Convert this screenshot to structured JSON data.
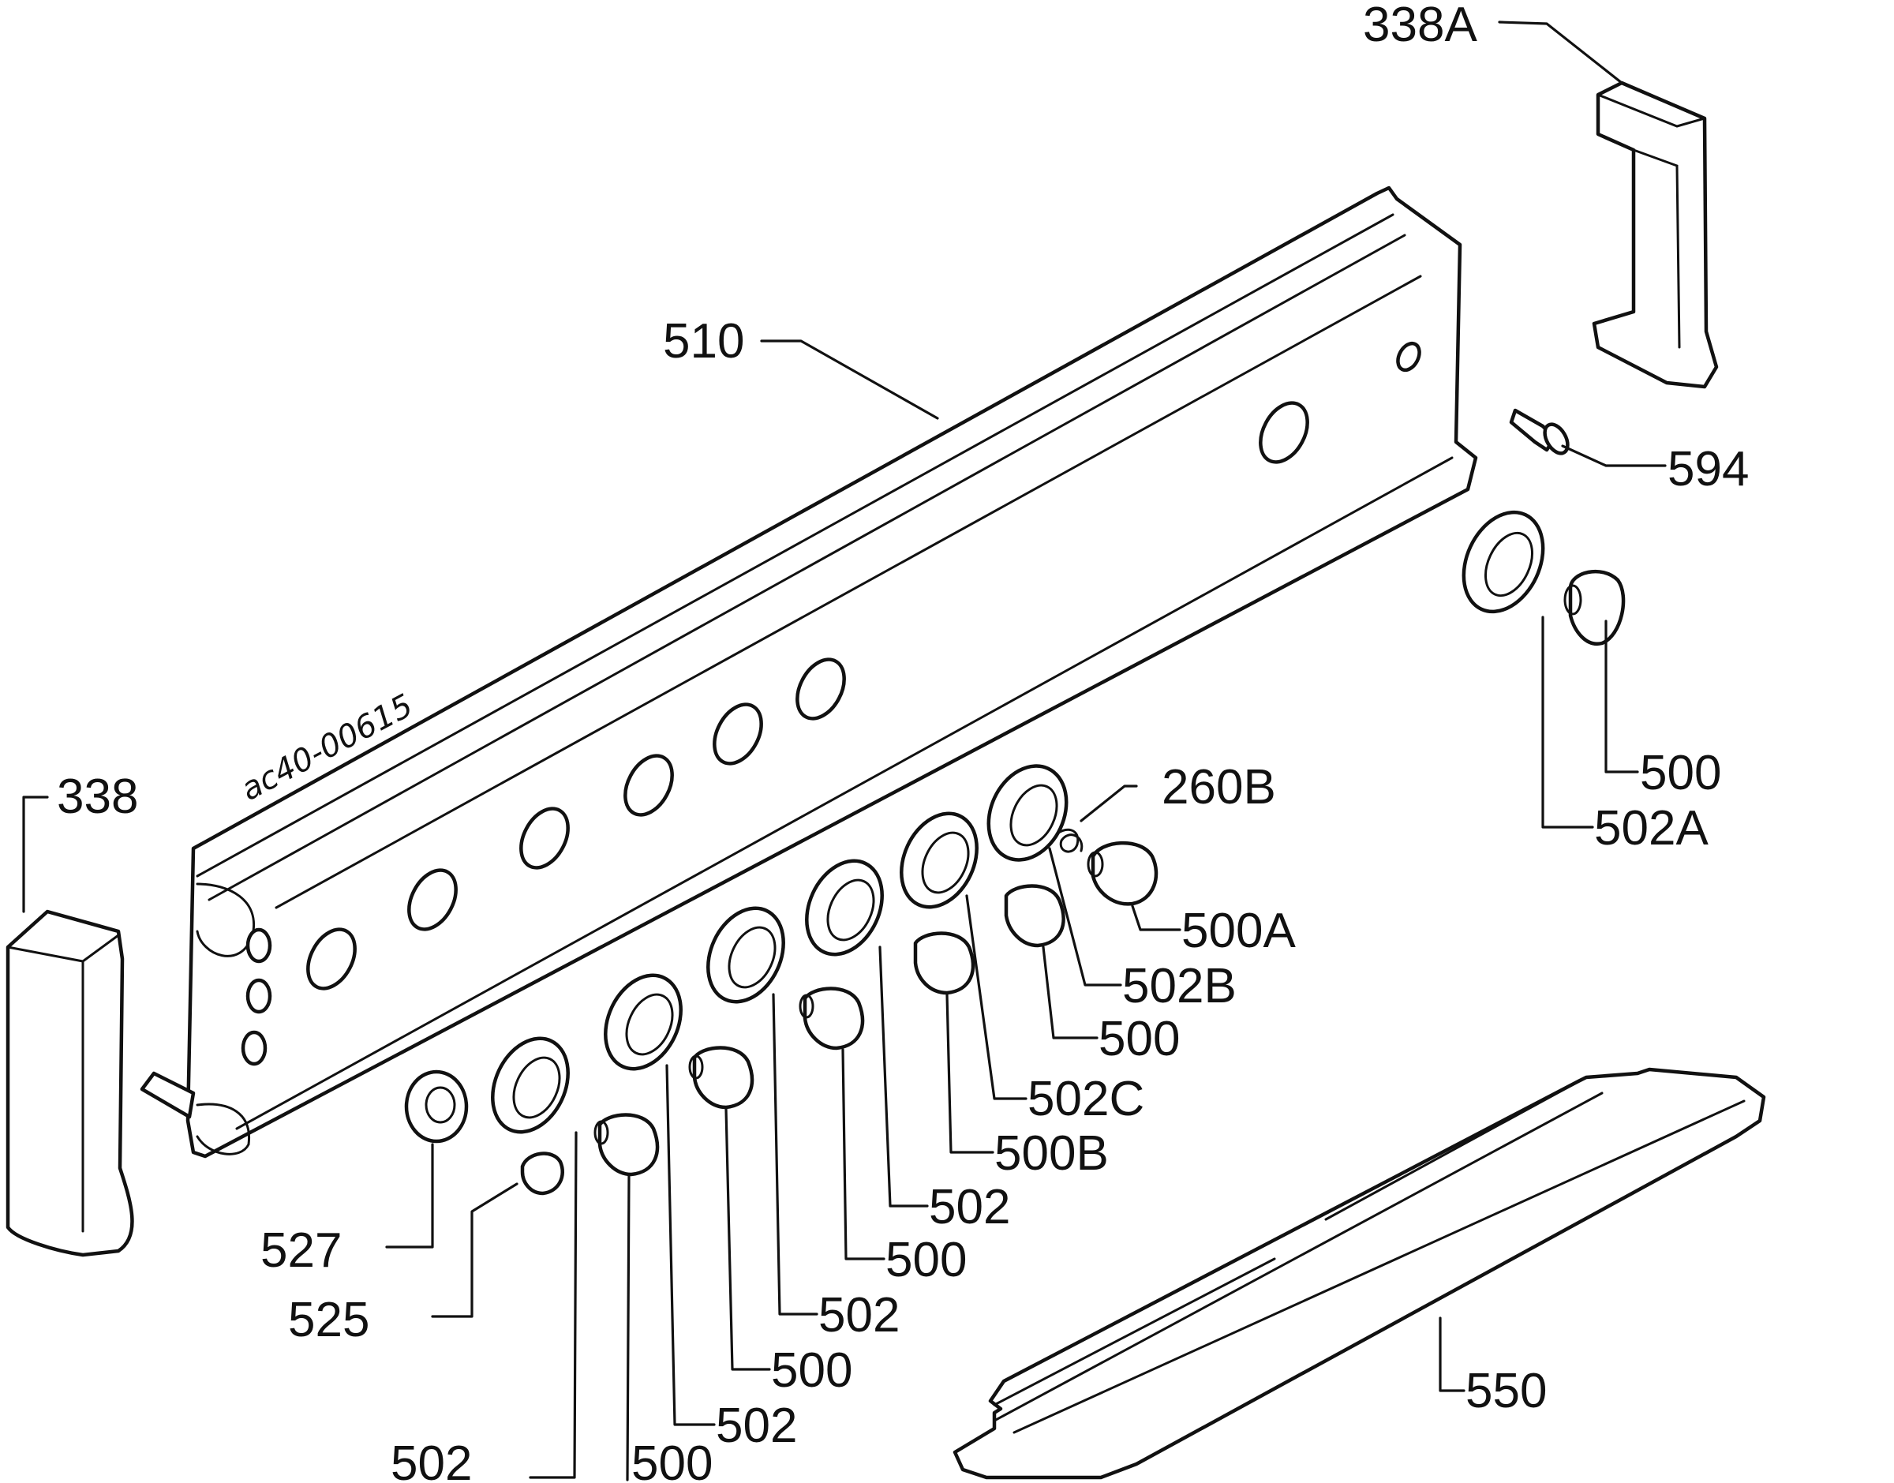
{
  "drawing_code": "ac40-00615",
  "labels": {
    "p338a": "338A",
    "p510": "510",
    "p594": "594",
    "p260b": "260B",
    "p500_right": "500",
    "p502a": "502A",
    "p338": "338",
    "p500a": "500A",
    "p502b": "502B",
    "p500_mid1": "500",
    "p502c": "502C",
    "p500b": "500B",
    "p502_mid1": "502",
    "p500_mid2": "500",
    "p527": "527",
    "p525": "525",
    "p502_mid2": "502",
    "p500_mid3": "500",
    "p502_mid3": "502",
    "p502_bottom": "502",
    "p500_bottom": "500",
    "p550": "550"
  }
}
